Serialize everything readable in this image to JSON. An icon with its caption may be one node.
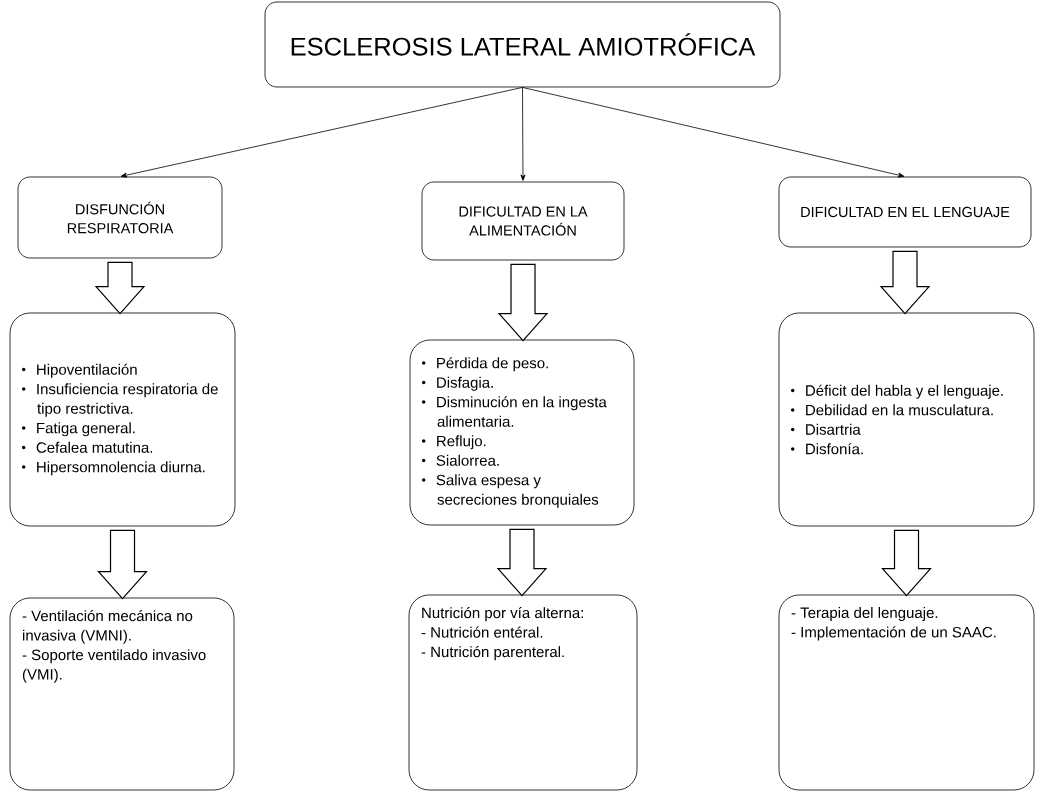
{
  "diagram": {
    "nodes": [
      {
        "text": [
          "ESCLEROSIS LATERAL AMIOTRÓFICA"
        ]
      },
      {
        "text": [
          "DISFUNCIÓN RESPIRATORIA"
        ]
      },
      {
        "text": [
          "DIFICULTAD EN LA ALIMENTACIÓN"
        ]
      },
      {
        "text": [
          "DIFICULTAD EN EL LENGUAJE"
        ]
      },
      {
        "text": [
          "Hipoventilación",
          "Insuficiencia respiratoria de tipo restrictiva.",
          "Fatiga general.",
          "Cefalea matutina.",
          "Hipersomnolencia diurna."
        ]
      },
      {
        "text": [
          "Pérdida de peso.",
          "Disfagia.",
          "Disminución en la ingesta alimentaria.",
          "Reflujo.",
          "Sialorrea.",
          "Saliva espesa y secreciones bronquiales"
        ]
      },
      {
        "text": [
          "Déficit del habla y el lenguaje.",
          "Debilidad en la musculatura.",
          "Disartria",
          "Disfonía."
        ]
      },
      {
        "text": [
          "- Ventilación mecánica no invasiva (VMNI).",
          "- Soporte ventilado invasivo (VMI)."
        ]
      },
      {
        "text": [
          "Nutrición por vía alterna:",
          "- Nutrición entéral.",
          "- Nutrición parenteral."
        ]
      },
      {
        "text": [
          "- Terapia del lenguaje.",
          "- Implementación de un SAAC."
        ]
      }
    ],
    "edges": [
      {
        "from": 0,
        "to": 1,
        "arrow": "to"
      },
      {
        "from": 0,
        "to": 2,
        "arrow": "to"
      },
      {
        "from": 0,
        "to": 3,
        "arrow": "to"
      },
      {
        "from": 1,
        "to": 4,
        "arrow": "to",
        "style": "thick"
      },
      {
        "from": 2,
        "to": 5,
        "arrow": "to",
        "style": "thick"
      },
      {
        "from": 3,
        "to": 6,
        "arrow": "to",
        "style": "thick"
      },
      {
        "from": 4,
        "to": 7,
        "arrow": "to",
        "style": "thick"
      },
      {
        "from": 5,
        "to": 8,
        "arrow": "to",
        "style": "thick"
      },
      {
        "from": 6,
        "to": 9,
        "arrow": "to",
        "style": "thick"
      }
    ]
  }
}
